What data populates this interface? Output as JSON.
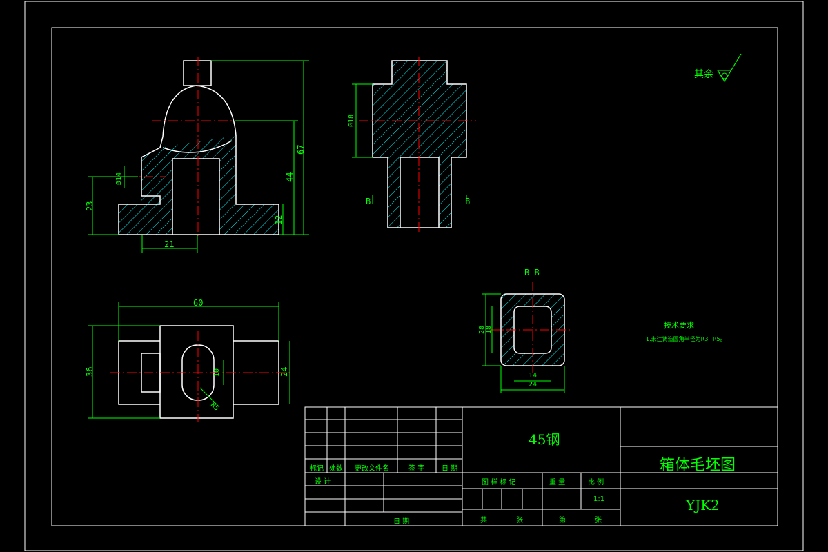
{
  "colors": {
    "background": "#000000",
    "outline": "#ffffff",
    "lines": "#00ff00",
    "centerline": "#ff0000",
    "hatch": "#00ffff"
  },
  "dimensions": {
    "front_width": "21",
    "front_height_left": "23",
    "front_hole_dia": "Ø14",
    "front_total_height": "67",
    "front_mid_height": "44",
    "front_base_height": "12",
    "side_dia": "Ø18",
    "side_section_left": "B",
    "side_section_right": "B",
    "section_title": "B-B",
    "section_height_outer": "28",
    "section_height_inner": "18",
    "section_width_inner": "14",
    "section_width_outer": "24",
    "top_width": "60",
    "top_height": "36",
    "top_slot_height": "24",
    "top_slot_inner": "10",
    "top_radius": "R5"
  },
  "notes": {
    "surface_label": "其余",
    "tech_title": "技术要求",
    "tech_item": "1.未注铸造圆角半径为R3~R5。"
  },
  "title_block": {
    "material": "45钢",
    "drawing_name": "箱体毛坯图",
    "drawing_code": "YJK2",
    "mark": "标记",
    "count": "处数",
    "change_doc": "更改文件名",
    "signature": "签 字",
    "date": "日 期",
    "design": "设 计",
    "date2": "日 期",
    "stage_mark": "图 样 标 记",
    "weight": "重 量",
    "ratio": "比 例",
    "ratio_value": "1:1",
    "total": "共",
    "sheet_label": "张",
    "sheet_num": "第",
    "sheet_label2": "张"
  }
}
